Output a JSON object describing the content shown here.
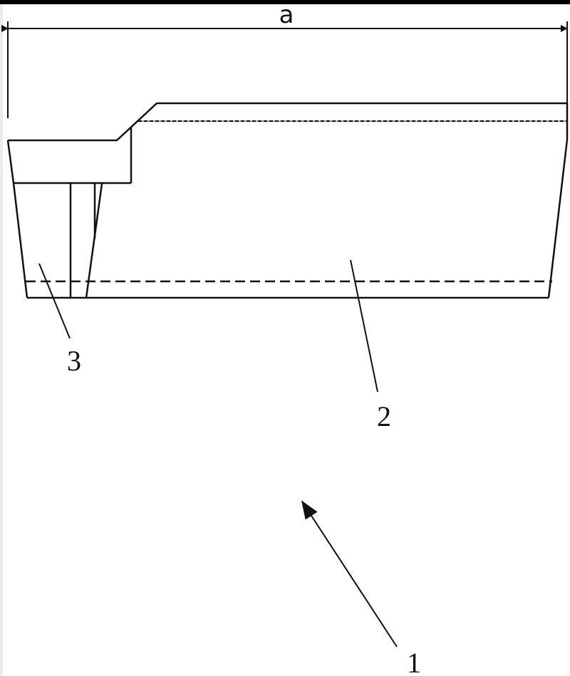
{
  "labels": {
    "dimension": "a",
    "part_1": "1",
    "part_2": "2",
    "part_3": "3"
  },
  "colors": {
    "line": "#111111",
    "background": "#ffffff",
    "top_bar": "#000000"
  }
}
